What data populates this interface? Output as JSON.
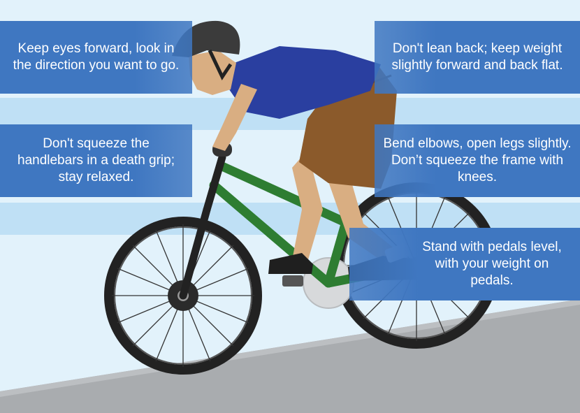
{
  "tips": {
    "eyes": "Keep eyes forward, look in the direction you want to go.",
    "lean": "Don't lean back; keep weight slightly forward and back flat.",
    "grip": "Don't squeeze the handlebars in a death grip; stay relaxed.",
    "elbows": "Bend elbows, open legs slightly. Don’t squeeze the frame with knees.",
    "pedals": "Stand with pedals level, with your weight on pedals."
  },
  "colors": {
    "sky": "#e2f2fb",
    "panel": "#3f77c1",
    "ground": "#a9acaf",
    "frame": "#2e7d32",
    "shirt": "#2a3fa0",
    "shorts": "#8b5a2b",
    "helmet": "#3b3b3b"
  }
}
